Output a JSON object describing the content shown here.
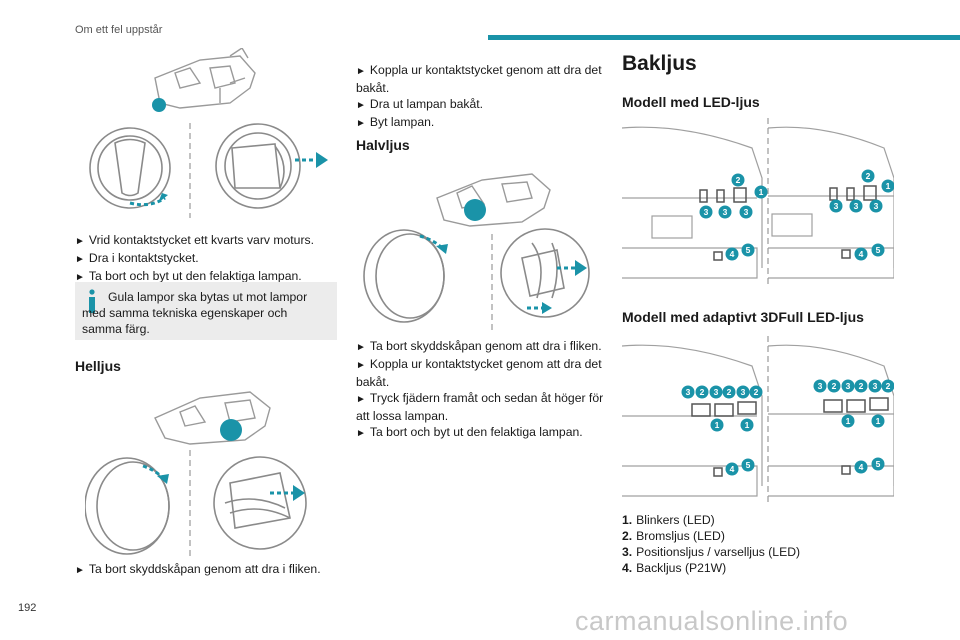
{
  "header": {
    "section_title": "Om ett fel uppstår"
  },
  "page_number": "192",
  "col1": {
    "steps": [
      "Vrid kontaktstycket ett kvarts varv moturs.",
      "Dra i kontaktstycket.",
      "Ta bort och byt ut den felaktiga lampan."
    ],
    "info": "Gula lampor ska bytas ut mot lampor med samma tekniska egenskaper och samma färg.",
    "heading_helljus": "Helljus",
    "helljus_step": "Ta bort skyddskåpan genom att dra i fliken."
  },
  "col2": {
    "steps_top": [
      "Koppla ur kontaktstycket genom att dra det bakåt.",
      "Dra ut lampan bakåt.",
      "Byt lampan."
    ],
    "heading_halvljus": "Halvljus",
    "steps_bottom": [
      "Ta bort skyddskåpan genom att dra i fliken.",
      "Koppla ur kontaktstycket genom att dra det bakåt.",
      "Tryck fjädern framåt och sedan åt höger för att lossa lampan.",
      "Ta bort och byt ut den felaktiga lampan."
    ]
  },
  "col3": {
    "heading": "Bakljus",
    "model_led": "Modell med LED-ljus",
    "model_3d": "Modell med adaptivt 3DFull LED-ljus",
    "legend": [
      {
        "num": "1.",
        "label": "Blinkers (LED)"
      },
      {
        "num": "2.",
        "label": "Bromsljus (LED)"
      },
      {
        "num": "3.",
        "label": "Positionsljus / varselljus (LED)"
      },
      {
        "num": "4.",
        "label": "Backljus (P21W)"
      }
    ]
  },
  "figure_labels": {
    "led_left": [
      "2",
      "1",
      "3",
      "3",
      "3",
      "4",
      "5"
    ],
    "led_right": [
      "2",
      "1",
      "3",
      "3",
      "3",
      "4",
      "5"
    ],
    "full_left": [
      "3",
      "2",
      "3",
      "2",
      "3",
      "2",
      "1",
      "1",
      "4",
      "5"
    ],
    "full_right": [
      "3",
      "2",
      "3",
      "2",
      "3",
      "2",
      "1",
      "1",
      "4",
      "5"
    ]
  },
  "arrow_glyph": "►",
  "watermark": "carmanualsonline.info",
  "colors": {
    "accent": "#1a93a8",
    "info_box": "#ececec"
  },
  "icons": {
    "info": "info-icon",
    "arrow": "arrow-right-icon"
  }
}
